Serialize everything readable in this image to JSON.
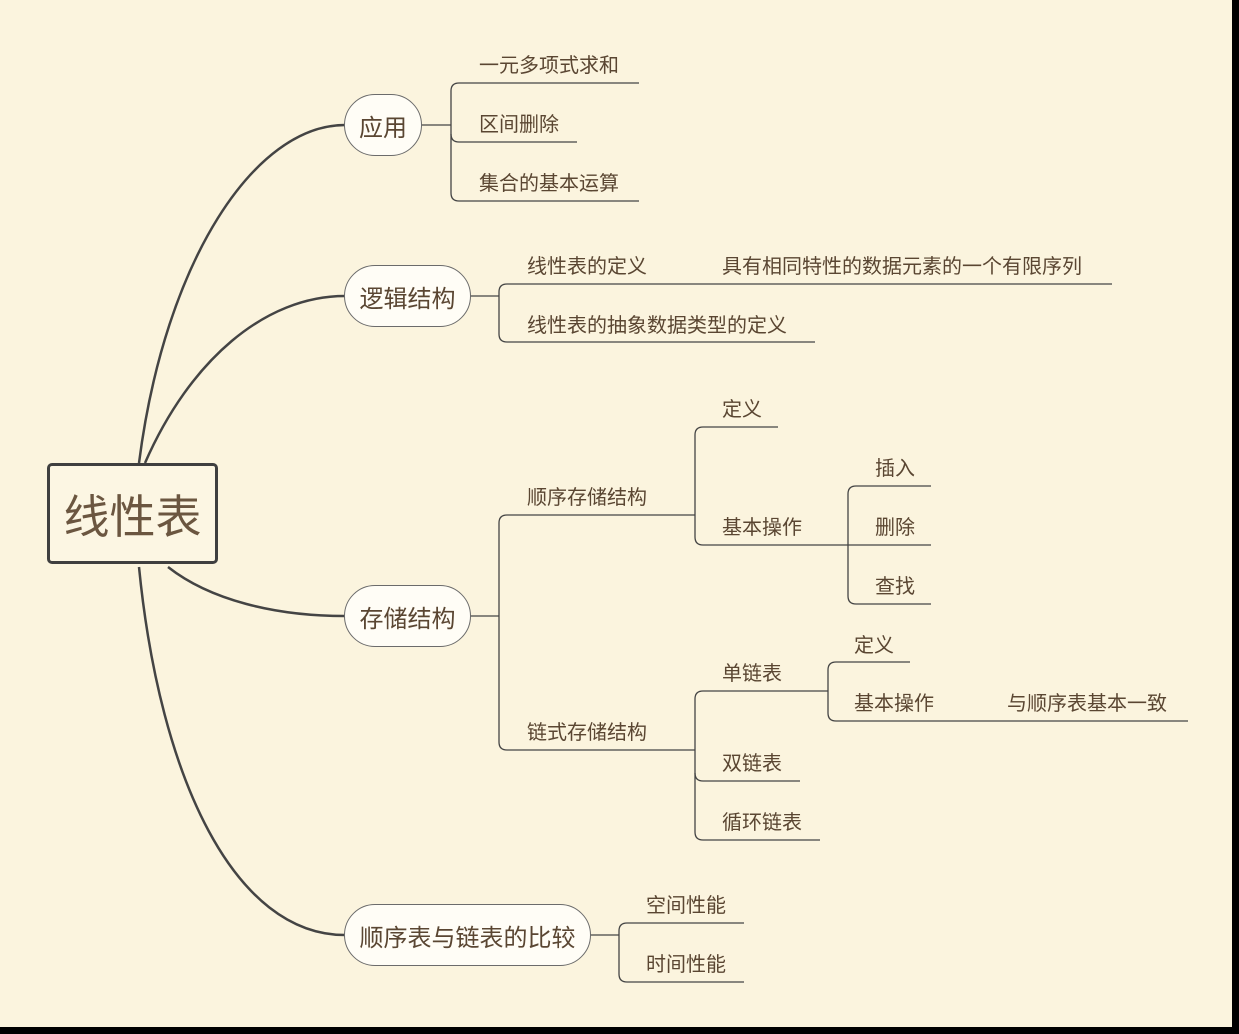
{
  "root": "线性表",
  "branches": {
    "app": {
      "label": "应用",
      "items": [
        "一元多项式求和",
        "区间删除",
        "集合的基本运算"
      ]
    },
    "logic": {
      "label": "逻辑结构",
      "items": [
        "线性表的定义",
        "线性表的抽象数据类型的定义"
      ],
      "def_detail": "具有相同特性的数据元素的一个有限序列"
    },
    "storage": {
      "label": "存储结构",
      "seq": {
        "label": "顺序存储结构",
        "def": "定义",
        "ops": "基本操作",
        "op_items": [
          "插入",
          "删除",
          "查找"
        ]
      },
      "chain": {
        "label": "链式存储结构",
        "single": "单链表",
        "single_def": "定义",
        "single_ops": "基本操作",
        "single_ops_detail": "与顺序表基本一致",
        "double": "双链表",
        "circular": "循环链表"
      }
    },
    "compare": {
      "label": "顺序表与链表的比较",
      "items": [
        "空间性能",
        "时间性能"
      ]
    }
  }
}
